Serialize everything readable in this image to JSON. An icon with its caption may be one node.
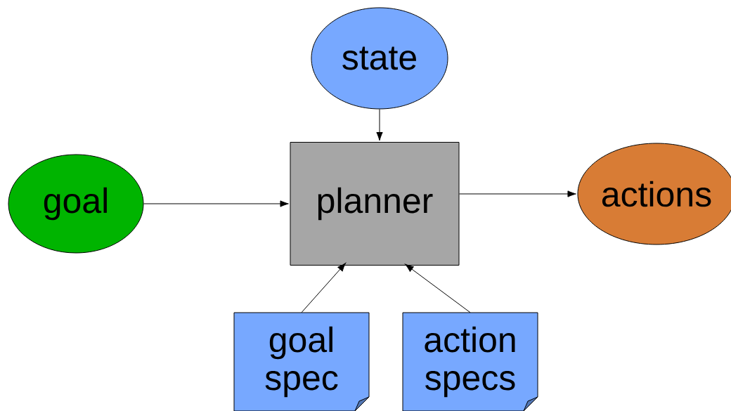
{
  "diagram": {
    "nodes": [
      {
        "text": [
          "state"
        ]
      },
      {
        "text": [
          "goal"
        ]
      },
      {
        "text": [
          "planner"
        ]
      },
      {
        "text": [
          "actions"
        ]
      },
      {
        "text": [
          "goal spec"
        ]
      },
      {
        "text": [
          "action specs"
        ]
      }
    ],
    "edges": [
      {
        "from": 0,
        "to": 2,
        "arrow": "to"
      },
      {
        "from": 1,
        "to": 2,
        "arrow": "to"
      },
      {
        "from": 2,
        "to": 3,
        "arrow": "to"
      },
      {
        "from": 4,
        "to": 2,
        "arrow": "to"
      },
      {
        "from": 5,
        "to": 2,
        "arrow": "to"
      }
    ]
  }
}
